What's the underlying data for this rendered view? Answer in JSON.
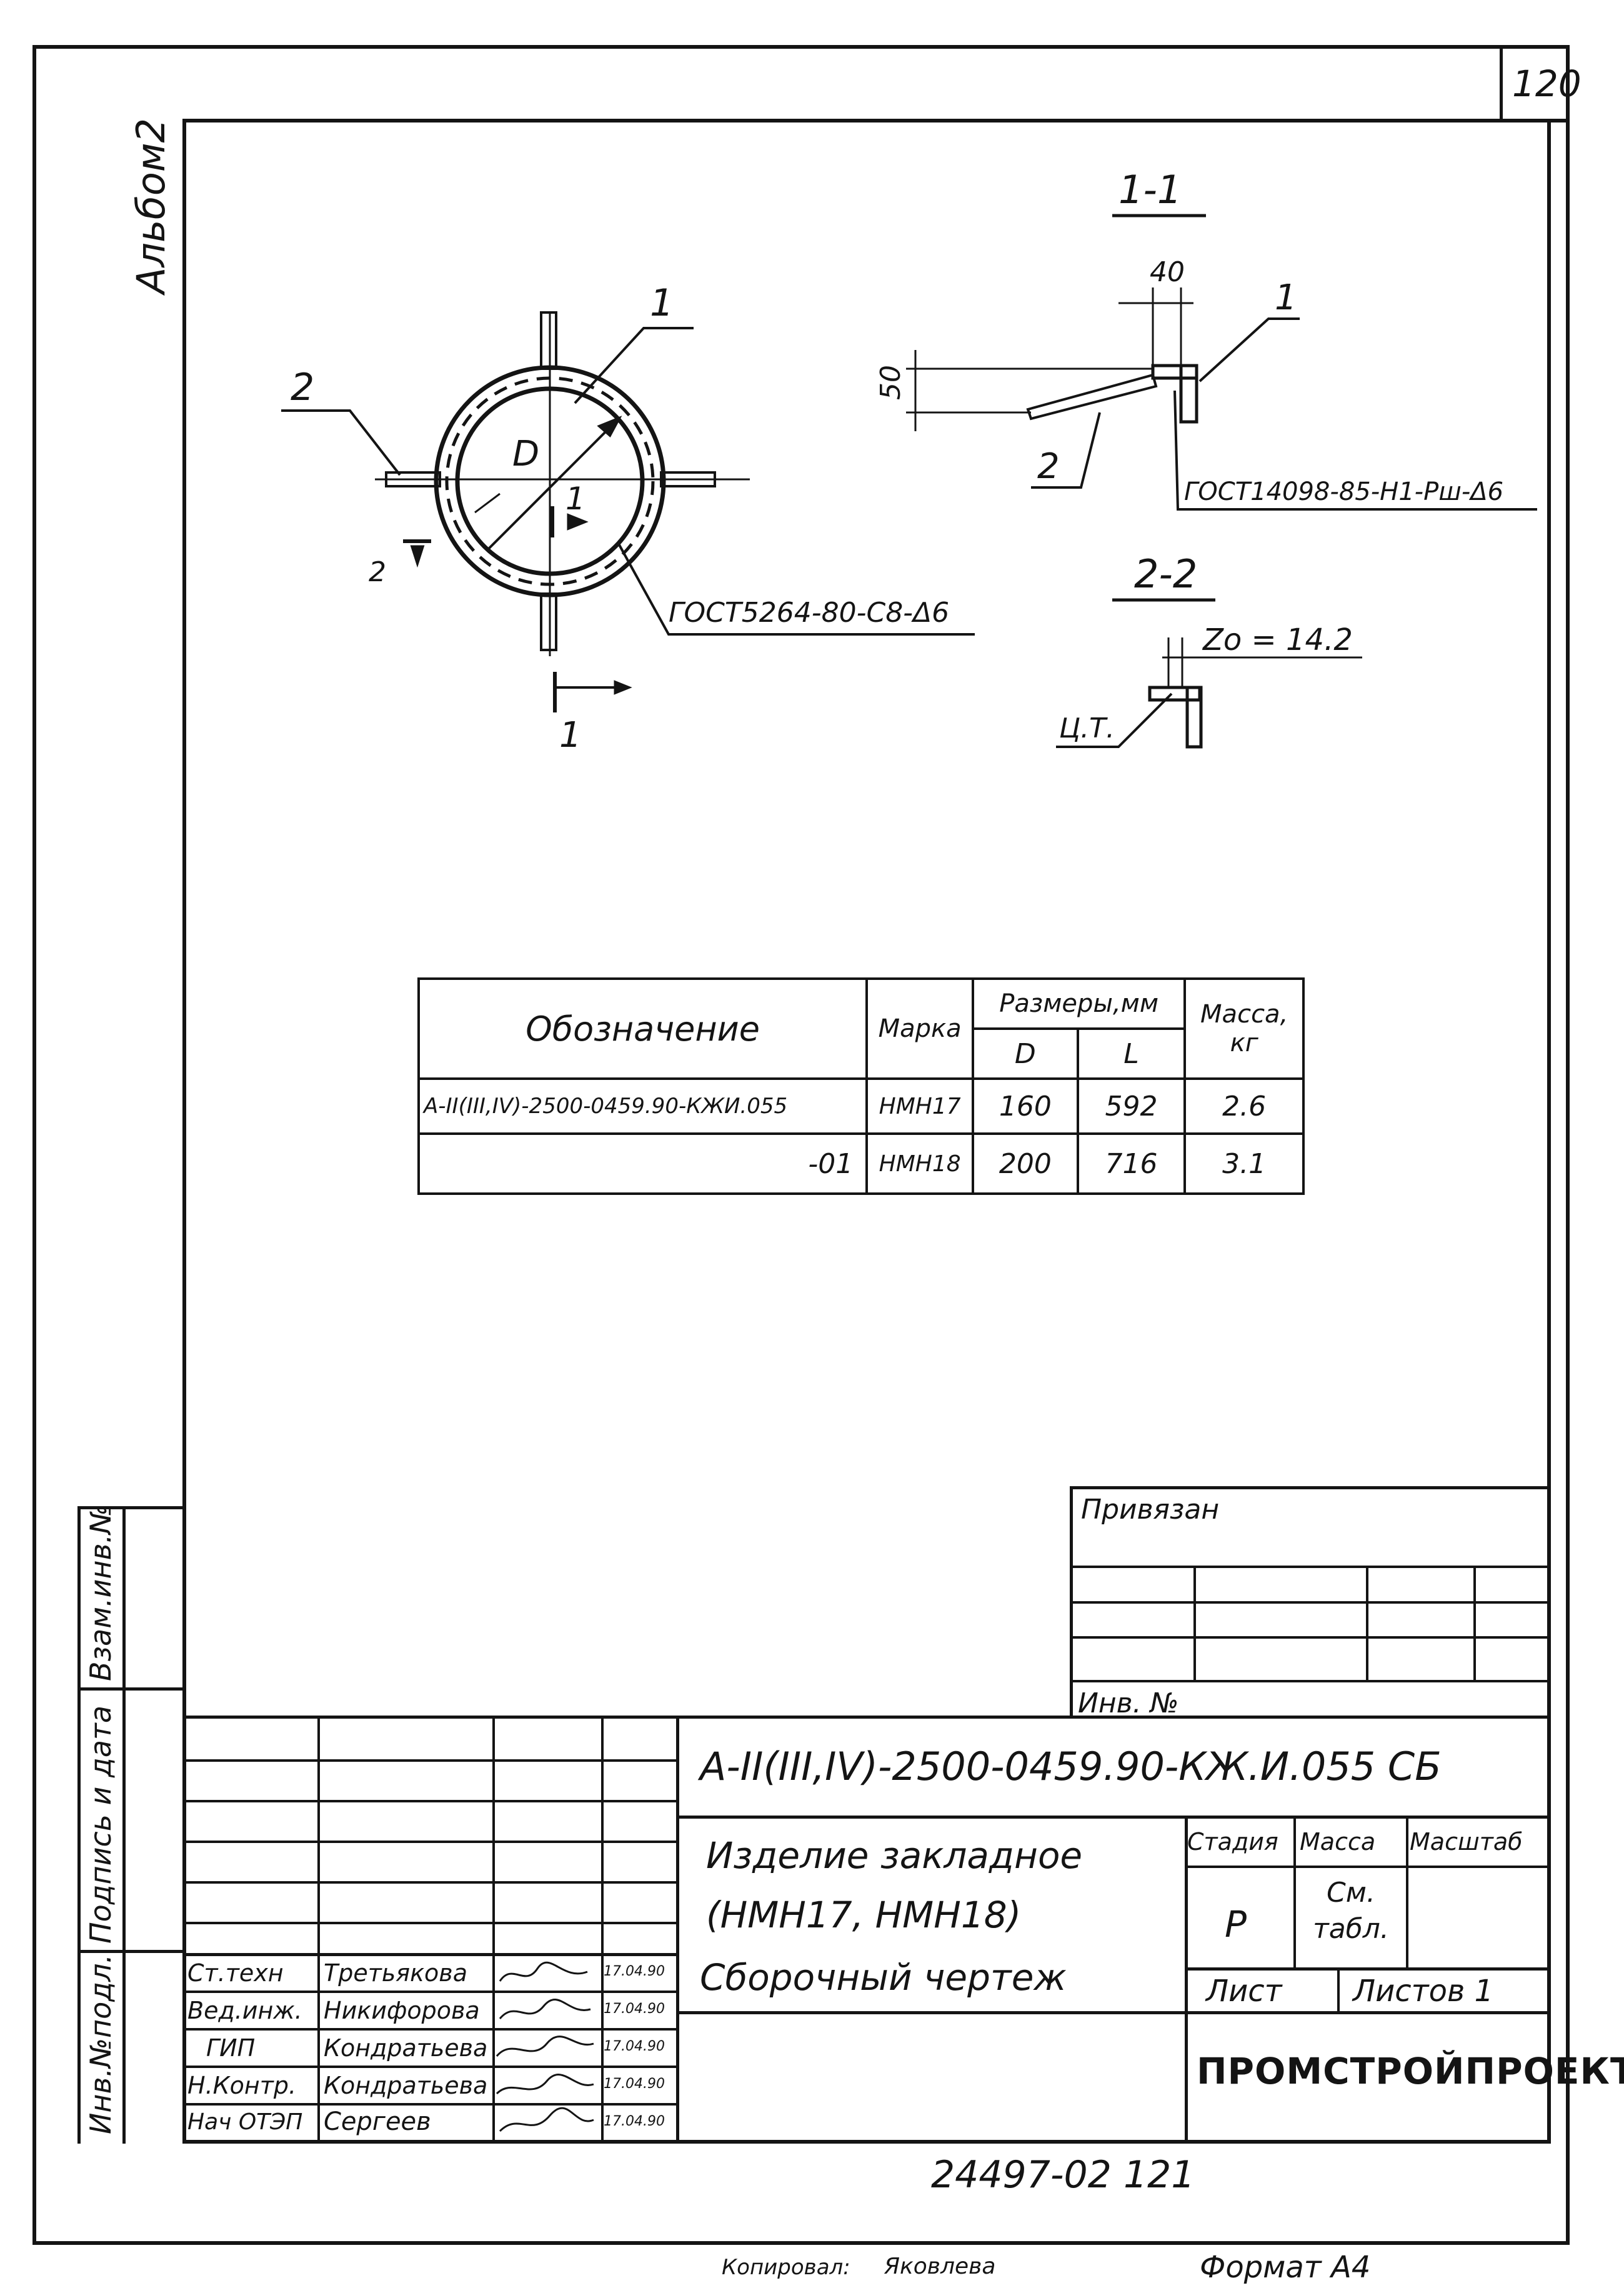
{
  "sheet": {
    "page_number": "120",
    "album_label": "Альбом2",
    "bottom_number": "24497-02   121",
    "copied_by": "Копировал:",
    "copier_signature": "Яковлева",
    "format": "Формат А4"
  },
  "plan_view": {
    "pos1": "1",
    "pos2": "2",
    "diameter": "D",
    "section_mark": "1",
    "section_mark_2": "2",
    "weld_note": "ГОСТ5264-80-С8-Δ6"
  },
  "section_1": {
    "title": "1-1",
    "dim_40": "40",
    "dim_50": "50",
    "pos1": "1",
    "pos2": "2",
    "weld_note": "ГОСТ14098-85-Н1-Рш-Δ6"
  },
  "section_2": {
    "title": "2-2",
    "z0": "Zo = 14.2",
    "ct": "Ц.Т."
  },
  "spec_table": {
    "headers": {
      "designation": "Обозначение",
      "mark": "Марка",
      "sizes": "Размеры,мм",
      "d": "D",
      "l": "L",
      "mass": "Масса, кг"
    },
    "rows": [
      {
        "designation": "А-II(III,IV)-2500-0459.90-КЖИ.055",
        "mark": "НМН17",
        "d": "160",
        "l": "592",
        "mass": "2.6"
      },
      {
        "designation": "-01",
        "mark": "НМН18",
        "d": "200",
        "l": "716",
        "mass": "3.1"
      }
    ]
  },
  "side_stamp": {
    "vzam": "Взам.инв.№",
    "podpis": "Подпись и дата",
    "inv": "Инв.№подл."
  },
  "title_block": {
    "privyazan": "Привязан",
    "inv_no": "Инв. №",
    "code": "А-II(III,IV)-2500-0459.90-КЖ.И.055 СБ",
    "name_line1": "Изделие закладное",
    "name_line2": "(НМН17, НМН18)",
    "name_line3": "Сборочный чертеж",
    "stage_h": "Стадия",
    "mass_h": "Масса",
    "scale_h": "Масштаб",
    "stage": "Р",
    "mass_val": "См. табл.",
    "sheet_h": "Лист",
    "sheets_h": "Листов 1",
    "company": "ПРОМСТРОЙПРОЕКТ",
    "people": [
      {
        "role": "Ст.техн",
        "name": "Третьякова",
        "date": "17.04.90"
      },
      {
        "role": "Вед.инж.",
        "name": "Никифорова",
        "date": "17.04.90"
      },
      {
        "role": "ГИП",
        "name": "Кондратьева",
        "date": "17.04.90"
      },
      {
        "role": "Н.Контр.",
        "name": "Кондратьева",
        "date": "17.04.90"
      },
      {
        "role": "Нач ОТЭП",
        "name": "Сергеев",
        "date": "17.04.90"
      }
    ]
  }
}
